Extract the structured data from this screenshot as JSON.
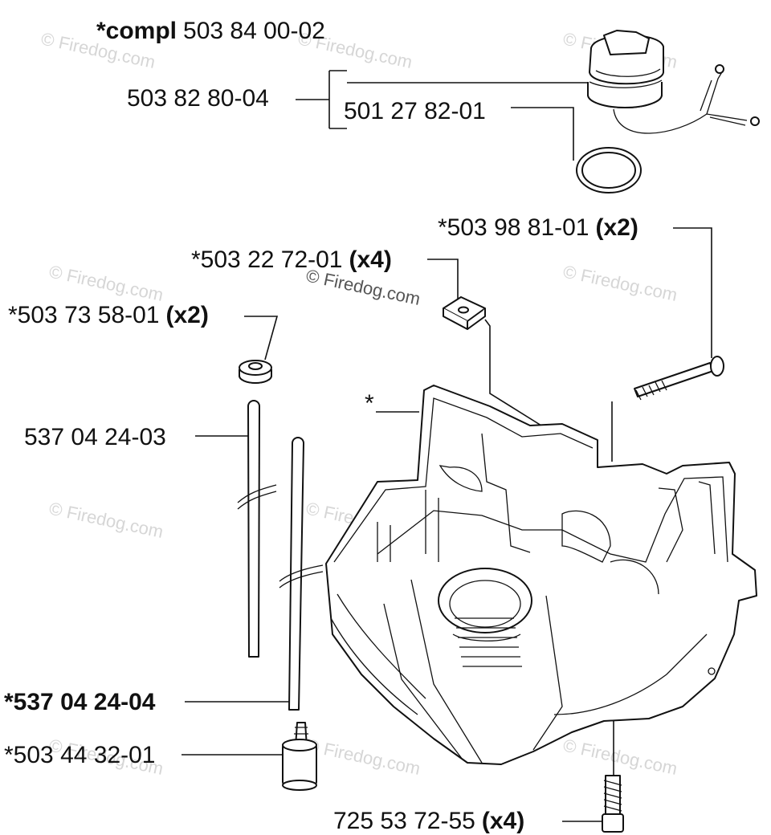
{
  "watermark": "© Firedog.com",
  "labels": {
    "compl_prefix": "*compl",
    "compl_number": "503 84 00-02",
    "cap_assembly": "503 82 80-04",
    "o_ring": "501 27 82-01",
    "screw_top_number": "*503 98 81-01",
    "screw_top_qty": "(x2)",
    "clip_number": "*503 22 72-01",
    "clip_qty": "(x4)",
    "grommet_number": "*503 73 58-01",
    "grommet_qty": "(x2)",
    "hose_1": "537 04 24-03",
    "tank_marker": "*",
    "hose_2": "*537 04 24-04",
    "filter": "*503 44 32-01",
    "screw_bottom_number": "725 53 72-55",
    "screw_bottom_qty": "(x4)"
  }
}
